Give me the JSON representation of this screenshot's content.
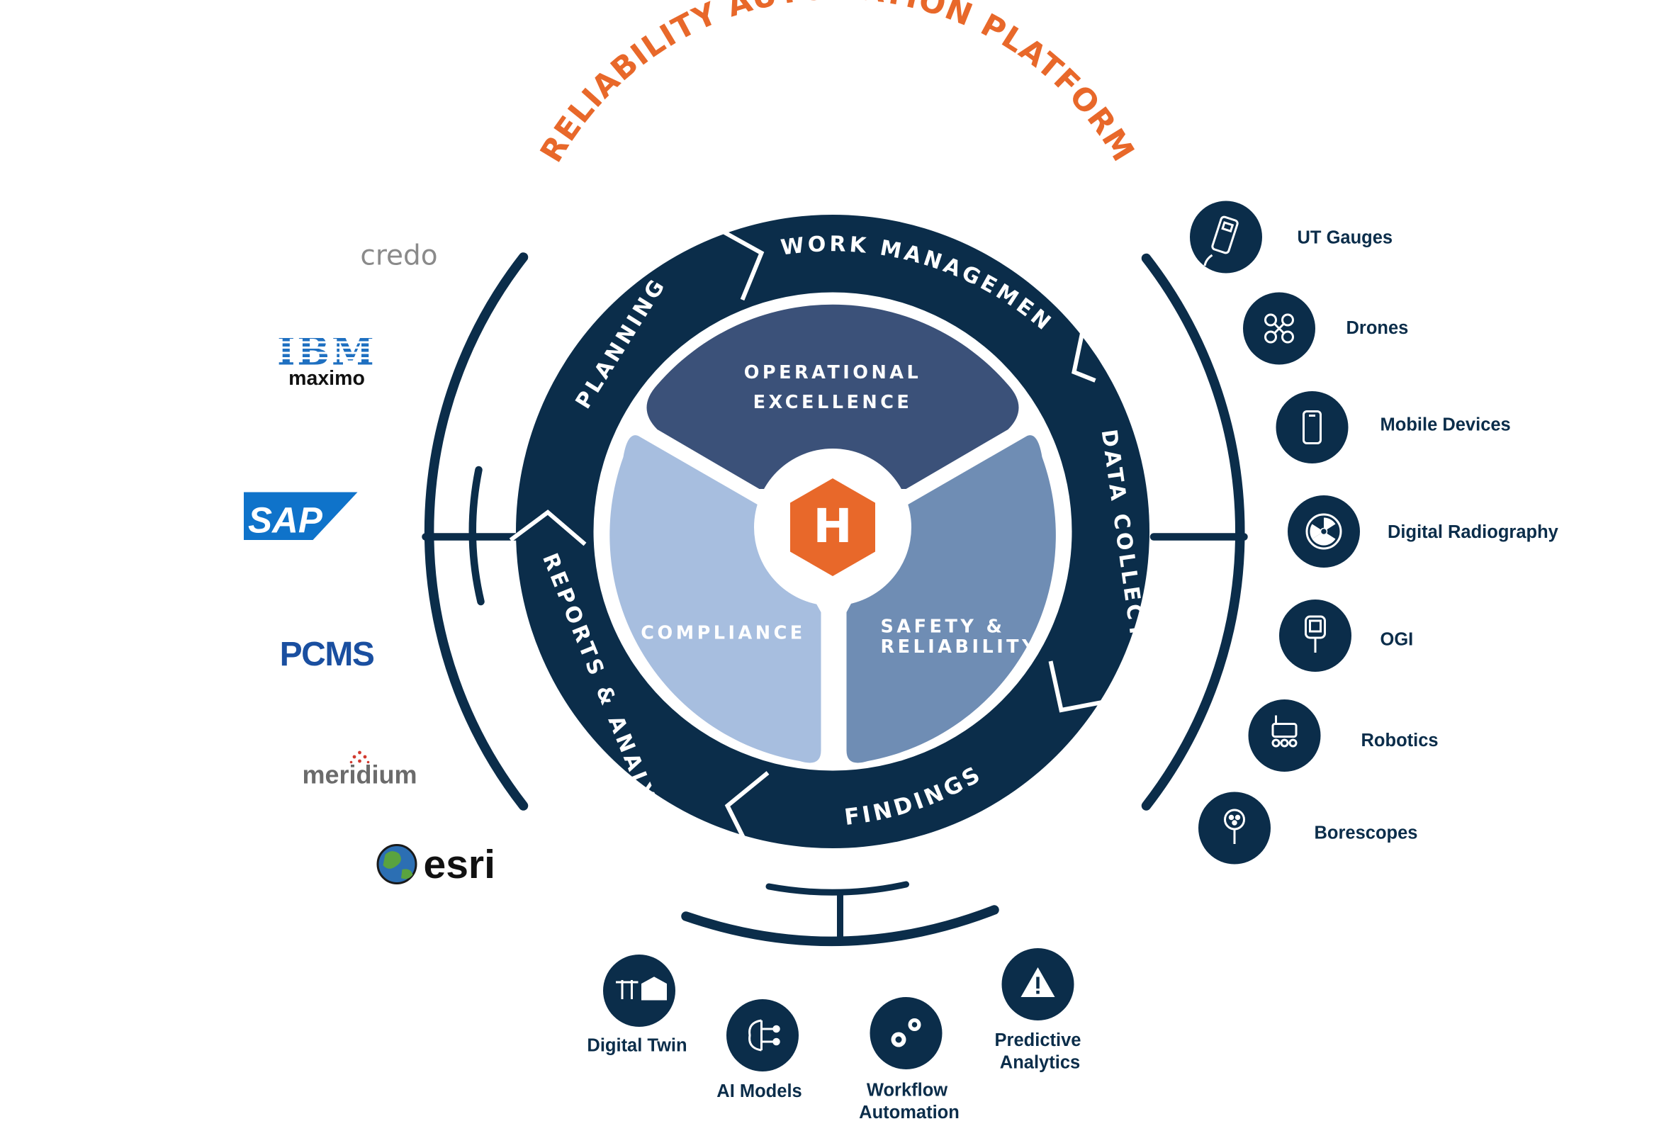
{
  "title": "RELIABILITY AUTOMATION PLATFORM",
  "center": {
    "logo_letter": "H",
    "segments": [
      "OPERATIONAL",
      "EXCELLENCE",
      "COMPLIANCE",
      "SAFETY &",
      "RELIABILITY"
    ]
  },
  "ring_labels": {
    "work_management": "WORK MANAGEMENT",
    "data_collection": "DATA COLLECTION",
    "findings": "FINDINGS",
    "reports_analytics": "REPORTS & ANALYTICS",
    "planning": "PLANNING"
  },
  "integrations": {
    "credo": "credo",
    "ibm_top": "IBM",
    "ibm_bottom": "maximo",
    "sap": "SAP",
    "pcms": "PCMS",
    "meridium": "meridium",
    "esri": "esri"
  },
  "data_sources": [
    {
      "label": "UT Gauges",
      "icon": "ut-gauge-icon"
    },
    {
      "label": "Drones",
      "icon": "drone-icon"
    },
    {
      "label": "Mobile Devices",
      "icon": "mobile-device-icon"
    },
    {
      "label": "Digital Radiography",
      "icon": "radiation-icon"
    },
    {
      "label": "OGI",
      "icon": "ogi-camera-icon"
    },
    {
      "label": "Robotics",
      "icon": "robot-icon"
    },
    {
      "label": "Borescopes",
      "icon": "borescope-icon"
    }
  ],
  "capabilities": {
    "digital_twin": "Digital Twin",
    "ai_models": "AI Models",
    "workflow_line1": "Workflow",
    "workflow_line2": "Automation",
    "predictive_line1": "Predictive",
    "predictive_line2": "Analytics"
  },
  "colors": {
    "navy": "#0b2d4a",
    "orange": "#e8682a",
    "operational": "#3b5179",
    "compliance": "#a7bedf",
    "safety": "#6f8db4",
    "logo_gray": "#8a8a8a",
    "ibm_blue": "#1f70c1",
    "sap_blue": "#0f73ca",
    "pcms_blue": "#1a4fa0"
  }
}
